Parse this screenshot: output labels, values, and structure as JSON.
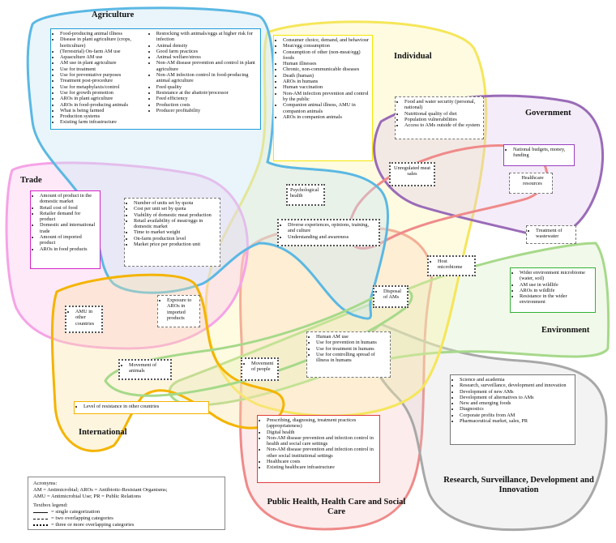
{
  "titles": {
    "agriculture": "Agriculture",
    "individual": "Individual",
    "government": "Government",
    "trade": "Trade",
    "environment": "Environment",
    "international": "International",
    "public_health": "Public Health, Health Care and Social Care",
    "research": "Research, Surveillance, Development and Innovation"
  },
  "agriculture_left": [
    "Food-producing animal illness",
    "Disease in plant agriculture (crops, horticulture)",
    "(Terrestrial) On-farm AM use",
    "Aquaculture AM use",
    "AM use in plant agriculture",
    "Use for treatment",
    "Use for preventative purposes",
    "Treatment post-procedure",
    "Use for metaphylaxis/control",
    "Use for growth promotion",
    "AROs in plant agriculture",
    "AROs in food-producing animals",
    "What is being farmed",
    "Production systems",
    "Existing farm infrastructure"
  ],
  "agriculture_right": [
    "Restocking with animals/eggs at higher risk for infection",
    "Animal density",
    "Good farm practices",
    "Animal welfare/stress",
    "Non-AM disease prevention and control in plant agriculture",
    "Non-AM infection control in food-producing animal agriculture",
    "Feed quality",
    "Resistance at the abattoir/processor",
    "Feed efficiency",
    "Production costs",
    "Producer profitability"
  ],
  "individual_items": [
    "Consumer choice, demand, and behaviour",
    "Meat/egg consumption",
    "Consumption of other (non-meat/egg) foods",
    "Human illnesses",
    "Chronic, non-communicable diseases",
    "Death (human)",
    "AROs in humans",
    "Human vaccination",
    "Non-AM infection prevention and control by the public",
    "Companion animal illness, AMU in companion animals",
    "AROs in companion animals"
  ],
  "gov_individual": [
    "Food and water security (personal, national)",
    "Nutritional quality of diet",
    "Population vulnerabilities",
    "Access to AMs outside of the system"
  ],
  "government_items": [
    "National budgets, money, funding"
  ],
  "unregulated": "Unregulated meat sales",
  "healthcare_resources": "Healthcare resources",
  "psychological": "Psychological health",
  "trade_items": [
    "Amount of product in the domestic market",
    "Retail cost of food",
    "Retailer demand for product",
    "Domestic and international trade",
    "Amount of imported product",
    "AROs in food products"
  ],
  "trade_agri": [
    "Number of units set by quota",
    "Cost per unit set by quota",
    "Viability of domestic meat production",
    "Retail availability of meat/eggs in domestic market",
    "Time to market weight",
    "On-farm production level",
    "Market price per production unit"
  ],
  "diverse": [
    "Diverse experiences, opinions, training, and culture",
    "Understanding and awareness"
  ],
  "treatment_wastewater": "Treatment of wastewater",
  "host_microbiome": "Host microbiome",
  "disposal": "Disposal of AMs",
  "environment_items": [
    "Wider environment microbiome (water, soil)",
    "AM use in wildlife",
    "AROs in wildlife",
    "Resistance in the wider environment"
  ],
  "amu_other": "AMU in other countries",
  "exposure": "Exposure to AROs in imported products",
  "human_use": [
    "Human AM use",
    "Use for prevention in humans",
    "Use for treatment in humans",
    "Use for controlling spread of illness in humans"
  ],
  "movement_animals": "Movement of animals",
  "movement_people": "Movement of people",
  "level_resistance": "Level of resistance in other countries",
  "research_items": [
    "Science and academia",
    "Research, surveillance, development and innovation",
    "Development of new AMs",
    "Development of alternatives to AMs",
    "New and emerging foods",
    "Diagnostics",
    "Corporate profits from AM",
    "Pharmaceutical market, sales, PR"
  ],
  "public_health_items": [
    "Prescribing, diagnosing, treatment practices (appropriateness)",
    "Digital health",
    "Non-AM disease prevention and infection control in health and social care settings",
    "Non-AM disease prevention and infection control in other social institutional settings",
    "Healthcare costs",
    "Existing healthcare infrastructure"
  ],
  "legend": {
    "acronyms_title": "Acronyms:",
    "acronyms_1": "AM = Antimicrobial; AROs = Antibiotic-Resistant Organisms;",
    "acronyms_2": "AMU = Antimicrobial Use; PR = Public Relations",
    "textbox_title": "Textbox legend:",
    "single": "= single categorization",
    "two": "= two overlapping categories",
    "three": "= three or more overlapping categories"
  },
  "colors": {
    "agriculture": "#1e9bd7",
    "individual": "#f4e600",
    "government": "#9a3fbf",
    "trade": "#f5a3e6",
    "environment": "#8fd16a",
    "international": "#f4b400",
    "public_health": "#f08080",
    "research": "#9a9a9a"
  }
}
